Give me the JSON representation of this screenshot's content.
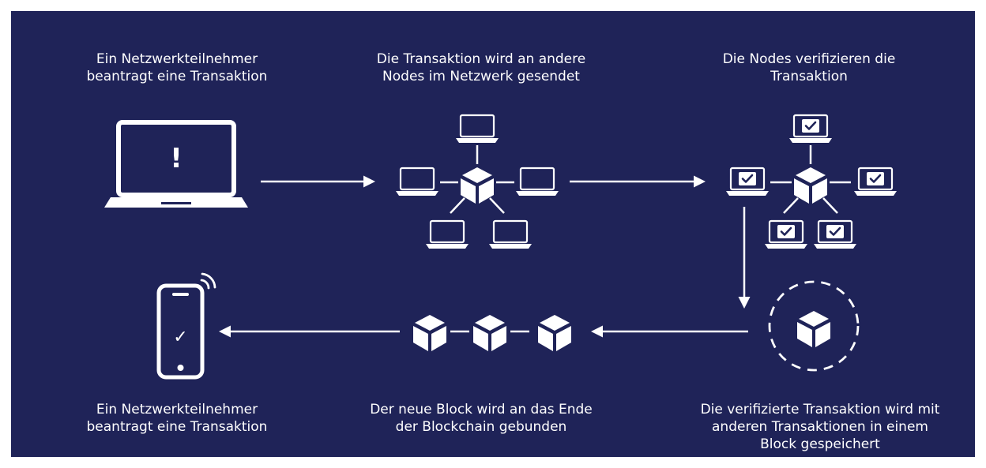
{
  "steps": [
    {
      "lines": [
        "Ein Netzwerkteilnehmer",
        "beantragt eine Transaktion"
      ]
    },
    {
      "lines": [
        "Die Transaktion wird an andere",
        "Nodes im Netzwerk gesendet"
      ]
    },
    {
      "lines": [
        "Die Nodes verifizieren die",
        "Transaktion"
      ]
    },
    {
      "lines": [
        "Die verifizierte Transaktion wird mit",
        "anderen Transaktionen in einem",
        "Block gespeichert"
      ]
    },
    {
      "lines": [
        "Der neue Block wird an das Ende",
        "der Blockchain gebunden"
      ]
    },
    {
      "lines": [
        "Ein Netzwerkteilnehmer",
        "beantragt eine Transaktion"
      ]
    }
  ],
  "icons": {
    "alert_glyph": "!",
    "check_glyph": "✓"
  },
  "colors": {
    "background": "#1f2358",
    "foreground": "#ffffff"
  }
}
